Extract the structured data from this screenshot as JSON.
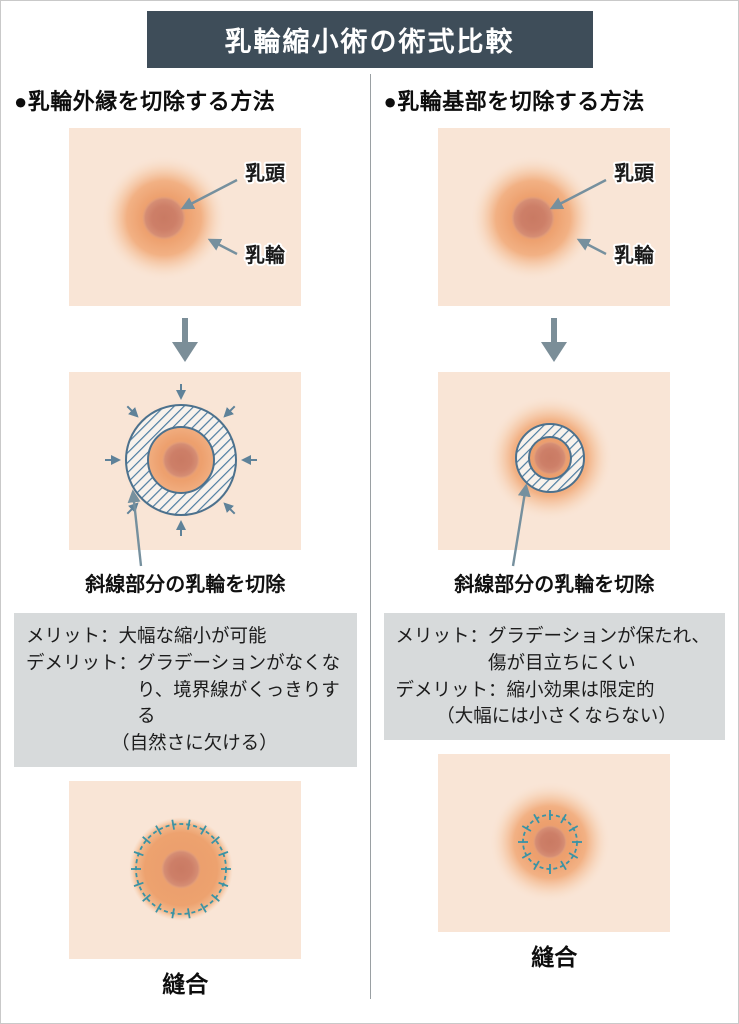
{
  "title": "乳輪縮小術の術式比較",
  "columns": [
    {
      "heading": "●乳輪外縁を切除する方法",
      "labels": {
        "nipple": "乳頭",
        "areola": "乳輪"
      },
      "excise_caption": "斜線部分の乳輪を切除",
      "pros_cons": {
        "merit_label": "メリット：",
        "merit": "大幅な縮小が可能",
        "demerit_label": "デメリット：",
        "demerit": "グラデーションがなくなり、境界線がくっきりする",
        "note": "（自然さに欠ける）"
      },
      "suture_caption": "縫合"
    },
    {
      "heading": "●乳輪基部を切除する方法",
      "labels": {
        "nipple": "乳頭",
        "areola": "乳輪"
      },
      "excise_caption": "斜線部分の乳輪を切除",
      "pros_cons": {
        "merit_label": "メリット：",
        "merit": "グラデーションが保たれ、傷が目立ちにくい",
        "demerit_label": "デメリット：",
        "demerit": "縮小効果は限定的",
        "note": "（大幅には小さくならない）"
      },
      "suture_caption": "縫合"
    }
  ],
  "colors": {
    "header_bg": "#3e4d59",
    "skin": "#f9e5d6",
    "areola": "#eda06e",
    "nipple": "#cd7f68",
    "hatch_line": "#4c7ca1",
    "arrow": "#76909e",
    "suture": "#3a93a5",
    "box_bg": "#d7dadb"
  }
}
